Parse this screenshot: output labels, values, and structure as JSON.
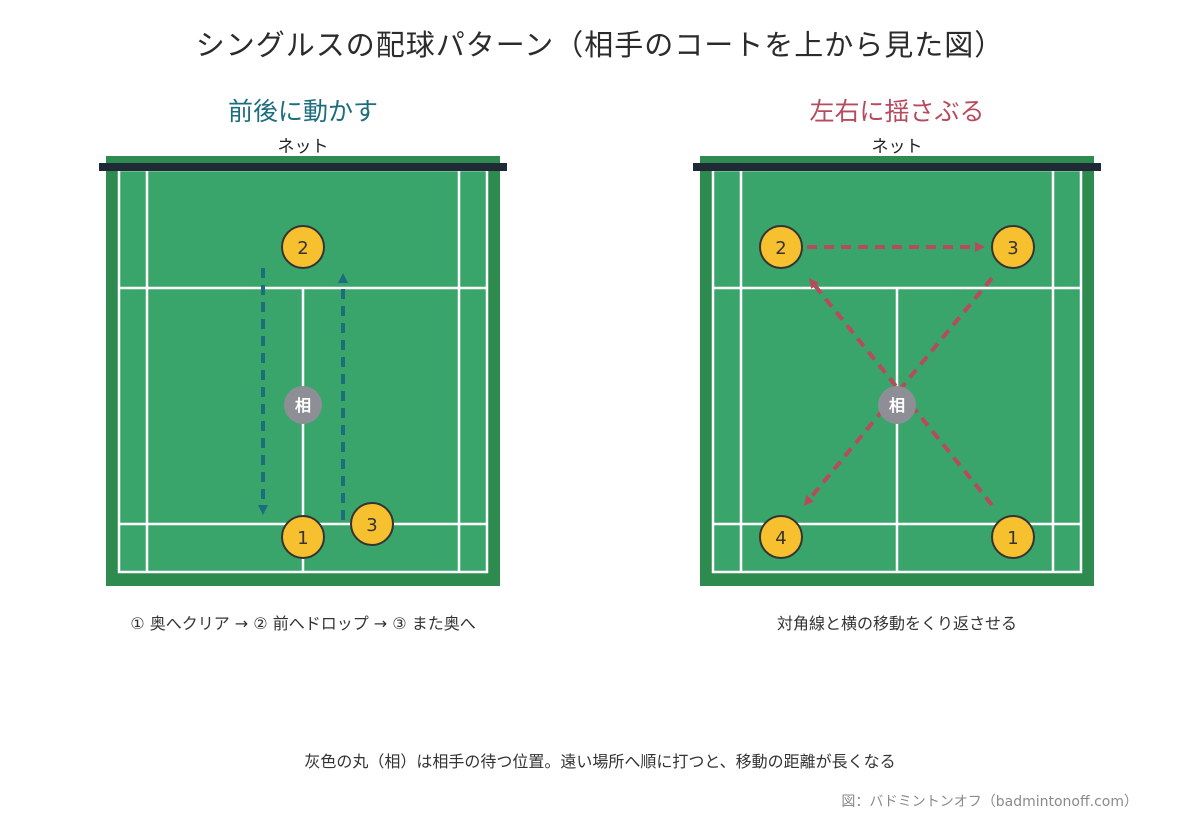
{
  "title": "シングルスの配球パターン（相手のコートを上から見た図）",
  "left_panel": {
    "title": "前後に動かす",
    "net_label": "ネット",
    "opponent_label": "相",
    "shot_labels": [
      "1",
      "2",
      "3"
    ],
    "caption": "① 奥へクリア → ② 前へドロップ → ③ また奥へ",
    "arrow_color": "#1c6e7d"
  },
  "right_panel": {
    "title": "左右に揺さぶる",
    "net_label": "ネット",
    "opponent_label": "相",
    "shot_labels": [
      "1",
      "2",
      "3",
      "4"
    ],
    "caption": "対角線と横の移動をくり返させる",
    "arrow_color": "#b84a5e"
  },
  "note": "灰色の丸（相）は相手の待つ位置。遠い場所へ順に打つと、移動の距離が長くなる",
  "credit": "図：バドミントンオフ（badmintonoff.com）",
  "colors": {
    "court_outer": "#2e8b4f",
    "court_inner": "#3aa56b",
    "lines": "#ffffff",
    "net": "#1f2a36",
    "shot_dot": "#f6c02f",
    "opponent_dot": "#8e8e96"
  }
}
